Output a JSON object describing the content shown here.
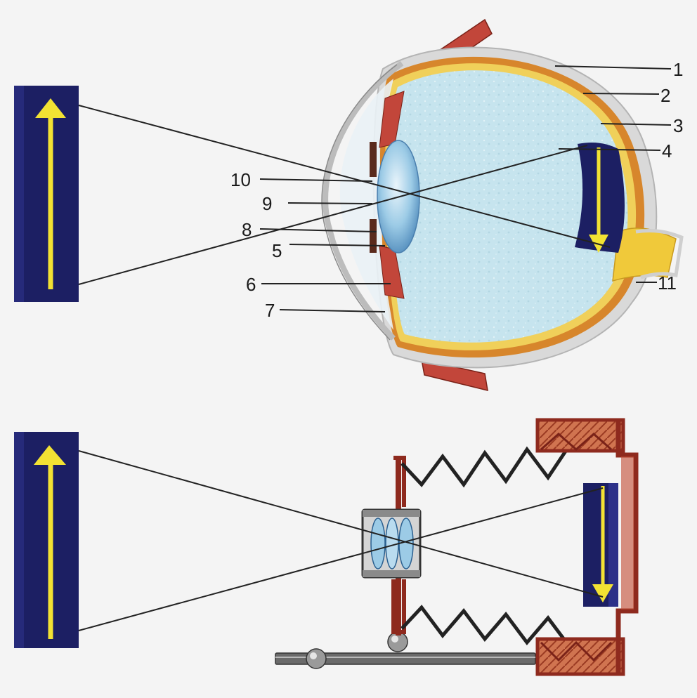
{
  "labels": {
    "l1": "1",
    "l2": "2",
    "l3": "3",
    "l4": "4",
    "l5": "5",
    "l6": "6",
    "l7": "7",
    "l8": "8",
    "l9": "9",
    "l10": "10",
    "l11": "11"
  },
  "colors": {
    "object_panel": "#1c1f63",
    "arrow": "#f2e233",
    "vitreous": "#c6e4ee",
    "sclera": "#d8d8d8",
    "choroid": "#d7862c",
    "retina": "#f0d05a",
    "muscle": "#c2463a",
    "lens": "#7fb7dc",
    "camera_body": "#8e2a1e",
    "camera_fill": "#d07450",
    "rays": "#222222"
  }
}
